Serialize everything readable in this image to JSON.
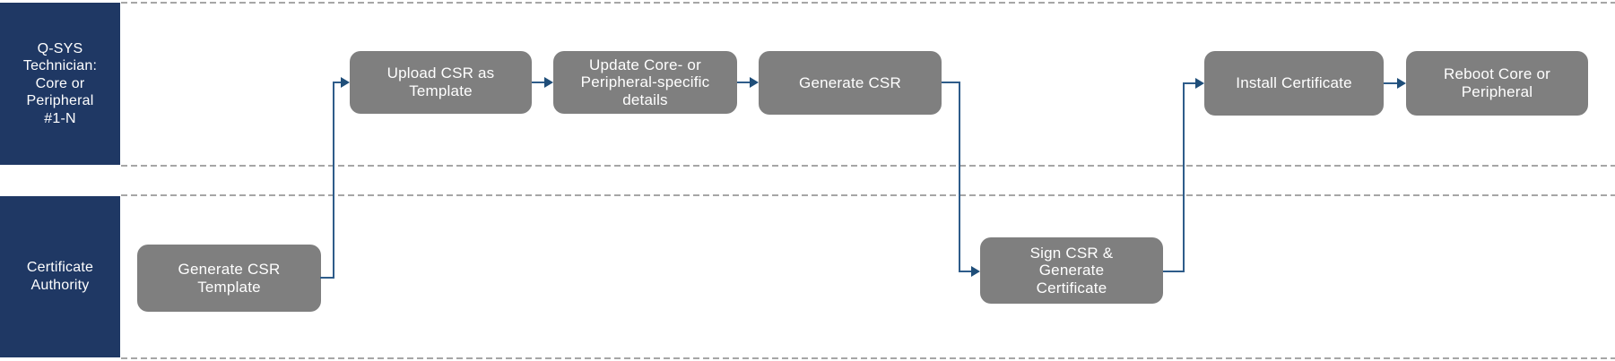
{
  "colors": {
    "lane_label_bg": "#1f3864",
    "node_bg": "#7f7f7f",
    "connector": "#2e5c8a",
    "arrowhead": "#1f4e79",
    "divider": "#a6a6a6",
    "text": "#ffffff",
    "canvas_bg": "#ffffff"
  },
  "lanes": [
    {
      "id": "qsys-technician",
      "label": "Q-SYS\nTechnician:\nCore or\nPeripheral\n#1-N"
    },
    {
      "id": "certificate-authority",
      "label": "Certificate\nAuthority"
    }
  ],
  "nodes": [
    {
      "id": "generate-csr-template",
      "lane": "certificate-authority",
      "label": "Generate CSR\nTemplate"
    },
    {
      "id": "upload-csr-as-template",
      "lane": "qsys-technician",
      "label": "Upload CSR as\nTemplate"
    },
    {
      "id": "update-details",
      "lane": "qsys-technician",
      "label": "Update Core- or\nPeripheral-specific\ndetails"
    },
    {
      "id": "generate-csr",
      "lane": "qsys-technician",
      "label": "Generate CSR"
    },
    {
      "id": "sign-csr-generate-certificate",
      "lane": "certificate-authority",
      "label": "Sign CSR &\nGenerate\nCertificate"
    },
    {
      "id": "install-certificate",
      "lane": "qsys-technician",
      "label": "Install Certificate"
    },
    {
      "id": "reboot-core-or-peripheral",
      "lane": "qsys-technician",
      "label": "Reboot Core or\nPeripheral"
    }
  ],
  "edges": [
    {
      "from": "generate-csr-template",
      "to": "upload-csr-as-template"
    },
    {
      "from": "upload-csr-as-template",
      "to": "update-details"
    },
    {
      "from": "update-details",
      "to": "generate-csr"
    },
    {
      "from": "generate-csr",
      "to": "sign-csr-generate-certificate"
    },
    {
      "from": "sign-csr-generate-certificate",
      "to": "install-certificate"
    },
    {
      "from": "install-certificate",
      "to": "reboot-core-or-peripheral"
    }
  ]
}
